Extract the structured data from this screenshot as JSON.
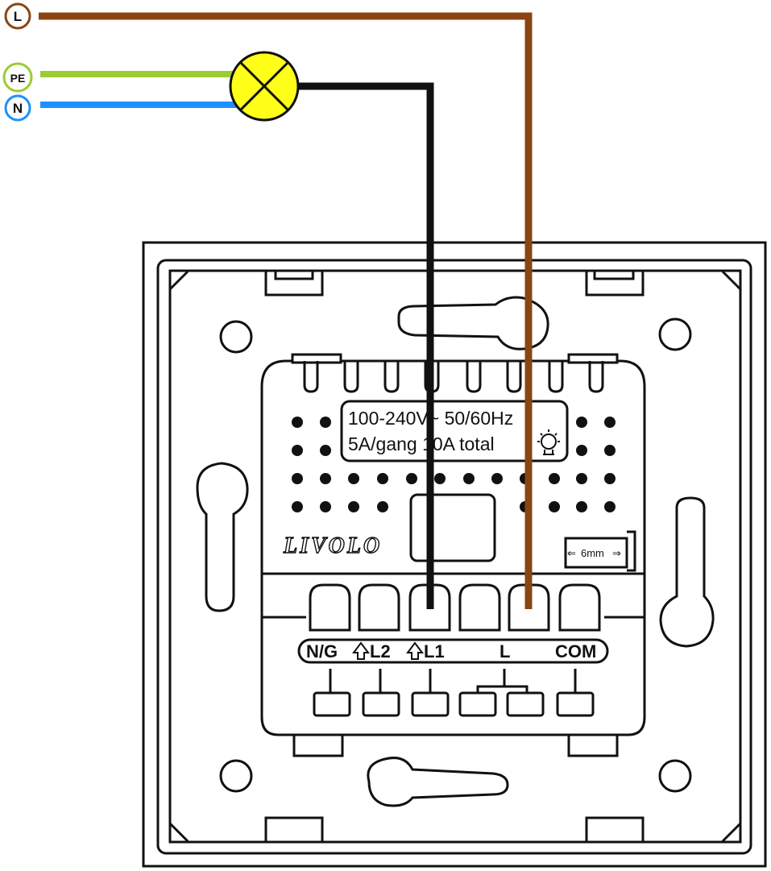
{
  "wires": {
    "live": {
      "label": "L",
      "color": "#8B4513"
    },
    "earth": {
      "label": "PE",
      "color": "#9ACD32"
    },
    "neutral": {
      "label": "N",
      "color": "#1E90FF"
    },
    "switched": {
      "color": "#111111"
    }
  },
  "lamp": {
    "color": "#FFFF1A",
    "icon": "lamp-icon"
  },
  "device": {
    "rating_line1": "100-240V~ 50/60Hz",
    "rating_line2": "5A/gang 10A total",
    "brand": "LIVOLO",
    "strip_length": "6mm",
    "terminals": [
      "N/G",
      "L2",
      "L1",
      "L",
      "COM"
    ]
  }
}
